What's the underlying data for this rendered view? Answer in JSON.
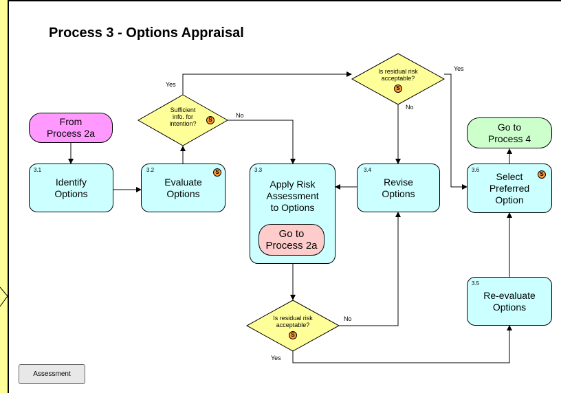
{
  "title": "Process 3 - Options Appraisal",
  "colors": {
    "background": "#ffff99",
    "process_fill": "#ccffff",
    "decision_fill": "#ffff99",
    "start_fill": "#ff99ff",
    "end_fill": "#ccffcc",
    "goto_fill": "#ffcccc",
    "s_badge_fill": "#ff9933"
  },
  "terminals": {
    "from_process_2a": "From\nProcess 2a",
    "go_to_process_4": "Go to\nProcess 4",
    "go_to_process_2a": "Go to\nProcess 2a"
  },
  "processes": {
    "p31": {
      "number": "3.1",
      "label": "Identify\nOptions"
    },
    "p32": {
      "number": "3.2",
      "label": "Evaluate\nOptions"
    },
    "p33": {
      "number": "3.3",
      "label": "Apply Risk\nAssessment\nto Options"
    },
    "p34": {
      "number": "3.4",
      "label": "Revise\nOptions"
    },
    "p35": {
      "number": "3.5",
      "label": "Re-evaluate\nOptions"
    },
    "p36": {
      "number": "3.6",
      "label": "Select\nPreferred\nOption"
    }
  },
  "decisions": {
    "sufficient_info": "Sufficient\ninfo. for\nintention?",
    "residual_top": "Is residual risk\nacceptable?",
    "residual_bottom": "Is residual risk\nacceptable?"
  },
  "s_badge": "S",
  "labels": {
    "yes": "Yes",
    "no": "No"
  },
  "assessment_button": "Assessment"
}
